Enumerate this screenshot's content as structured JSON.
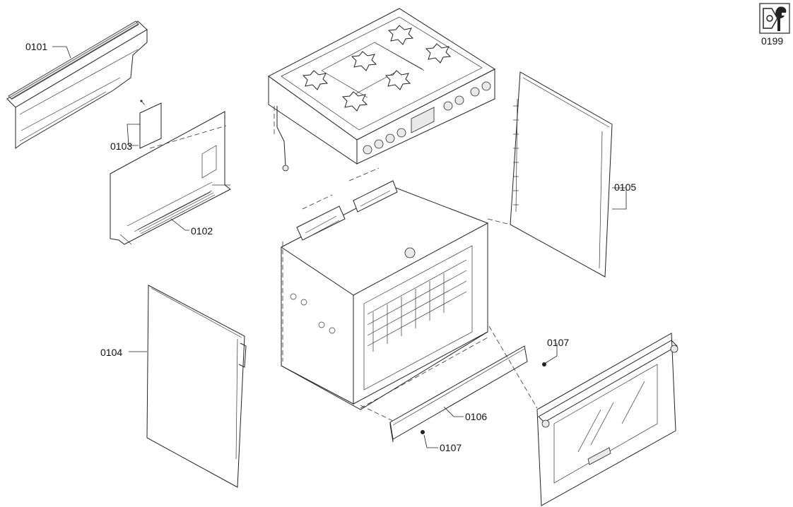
{
  "diagram": {
    "callouts": {
      "p0101": "0101",
      "p0102": "0102",
      "p0103": "0103",
      "p0104": "0104",
      "p0105": "0105",
      "p0106": "0106",
      "p0107_upper": "0107",
      "p0107_lower": "0107"
    },
    "service_code": "0199",
    "service_icon": "wrench-service-icon"
  }
}
